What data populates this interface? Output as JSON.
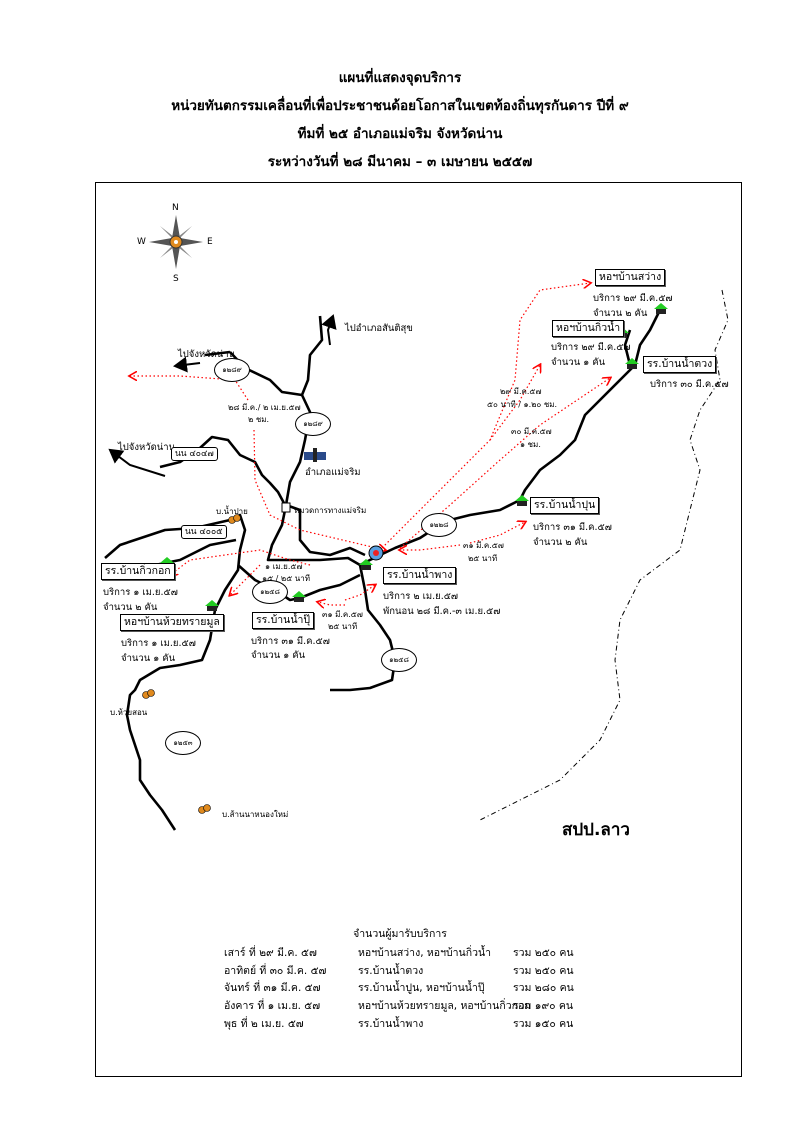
{
  "title": {
    "line1": "แผนที่แสดงจุดบริการ",
    "line2": "หน่วยทันตกรรมเคลื่อนที่เพื่อประชาชนด้อยโอกาสในเขตท้องถิ่นทุรกันดาร  ปีที่ ๙",
    "line3": "ทีมที่ ๒๕   อำเภอแม่จริม   จังหวัดน่าน",
    "line4": "ระหว่างวันที่  ๒๘ มีนาคม – ๓ เมษายน ๒๕๕๗"
  },
  "compass": {
    "n": "N",
    "s": "S",
    "e": "E",
    "w": "W"
  },
  "places": {
    "to_santisuk": "ไปอำเภอสันติสุข",
    "to_nan_1": "ไปจังหวัดน่าน",
    "to_nan_2": "ไปจังหวัดน่าน",
    "district_office": "อำเภอแม่จริม",
    "highway_office": "หมวดการทางแม่จริม",
    "ban_nam_pai": "บ.น้ำปาย",
    "ban_huai_son": "บ.ห้วยสอน",
    "ban_san_na_nong_mai": "บ.ส้านนาหนองใหม่",
    "laos": "สปป.ลาว"
  },
  "road_boxes": {
    "nn4047": "นน ๔๐๔๗",
    "nn4005": "นน ๔๐๐๕"
  },
  "road_ovals": [
    "๑๒๘๙",
    "๑๒๘๙",
    "๑๒๕๘",
    "๑๒๕๘",
    "๑๒๕๓",
    "๑๒๒๘"
  ],
  "sites": {
    "kiw_kok": {
      "name": "รร.บ้านกิ่วกอก",
      "service": "บริการ ๑ เม.ย.๕๗",
      "count": "จำนวน ๒ คัน"
    },
    "huai_sai_mun": {
      "name": "หอฯบ้านห้วยทรายมูล",
      "service": "บริการ ๑ เม.ย.๕๗",
      "count": "จำนวน ๑ คัน"
    },
    "nam_pu": {
      "name": "รร.บ้านน้ำปุ๊",
      "service": "บริการ ๓๑ มี.ค.๕๗",
      "count": "จำนวน ๑ คัน"
    },
    "nam_phang": {
      "name": "รร.บ้านน้ำพาง",
      "service": "บริการ ๒ เม.ย.๕๗",
      "count": "พักนอน ๒๘ มี.ค.-๓ เม.ย.๕๗"
    },
    "nam_pun": {
      "name": "รร.บ้านน้ำปุน",
      "service": "บริการ ๓๑ มี.ค.๕๗",
      "count": "จำนวน ๒ คัน"
    },
    "kiw_nam": {
      "name": "หอฯบ้านกิ่วน้ำ",
      "service": "บริการ ๒๙ มี.ค.๕๗",
      "count": "จำนวน ๑ คัน"
    },
    "sawang": {
      "name": "หอฯบ้านสว่าง",
      "service": "บริการ ๒๙ มี.ค.๕๗",
      "count": "จำนวน ๒ คัน"
    },
    "nam_tuang": {
      "name": "รร.บ้านน้ำตวง",
      "service": "บริการ ๓๐ มี.ค.๕๗"
    }
  },
  "routes": [
    {
      "date": "๒๘ มี.ค./ ๒ เม.ย.๕๗",
      "time": "๒ ชม."
    },
    {
      "date": "๒๙ มี.ค.๕๗",
      "time": "๕๐ นาที / ๑.๒๐ ชม."
    },
    {
      "date": "๓๐ มี.ค.๕๗",
      "time": "๑ ชม."
    },
    {
      "date": "๓๑ มี.ค.๕๗",
      "time": "๒๕ นาที"
    },
    {
      "date": "๑ เม.ย.๕๗",
      "time": "๑๕ / ๒๕ นาที"
    },
    {
      "date": "๓๑ มี.ค.๕๗",
      "time": "๒๕ นาที"
    }
  ],
  "summary": {
    "heading": "จำนวนผู้มารับบริการ",
    "rows": [
      {
        "day": "เสาร์ ที่ ๒๙ มี.ค. ๕๗",
        "place": "หอฯบ้านสว่าง, หอฯบ้านกิ่วน้ำ",
        "total": "รวม  ๒๕๐ คน"
      },
      {
        "day": "อาทิตย์ ที่ ๓๐ มี.ค. ๕๗",
        "place": "รร.บ้านน้ำตวง",
        "total": "รวม  ๒๕๐ คน"
      },
      {
        "day": "จันทร์ ที่ ๓๑ มี.ค. ๕๗",
        "place": "รร.บ้านน้ำปูน, หอฯบ้านน้ำปุ๊",
        "total": "รวม  ๒๘๐ คน"
      },
      {
        "day": "อังคาร ที่ ๑ เม.ย. ๕๗",
        "place": "หอฯบ้านห้วยทรายมูล, หอฯบ้านกิ่วกอก",
        "total": "รวม  ๑๙๐ คน"
      },
      {
        "day": "พุธ ที่ ๒ เม.ย. ๕๗",
        "place": "รร.บ้านน้ำพาง",
        "total": "รวม  ๑๕๐  คน"
      }
    ]
  },
  "colors": {
    "route": "#ff0000",
    "road": "#000000",
    "site_roof": "#22cc22"
  }
}
